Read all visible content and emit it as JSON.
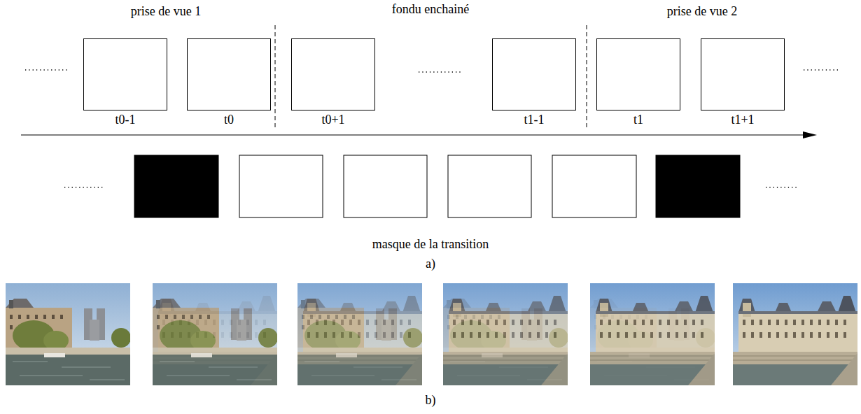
{
  "diagram": {
    "nodes": [
      {
        "text": [
          "t0-1"
        ]
      },
      {
        "text": [
          "t0"
        ]
      },
      {
        "text": [
          "t0+1"
        ]
      },
      {
        "text": [
          "t1-1"
        ]
      },
      {
        "text": [
          "t1"
        ]
      },
      {
        "text": [
          "t1+1"
        ]
      }
    ],
    "labels": [
      "prise de vue 1",
      "fondu enchainé",
      "prise de vue 2",
      "masque de la transition",
      "a)",
      "b)"
    ]
  }
}
